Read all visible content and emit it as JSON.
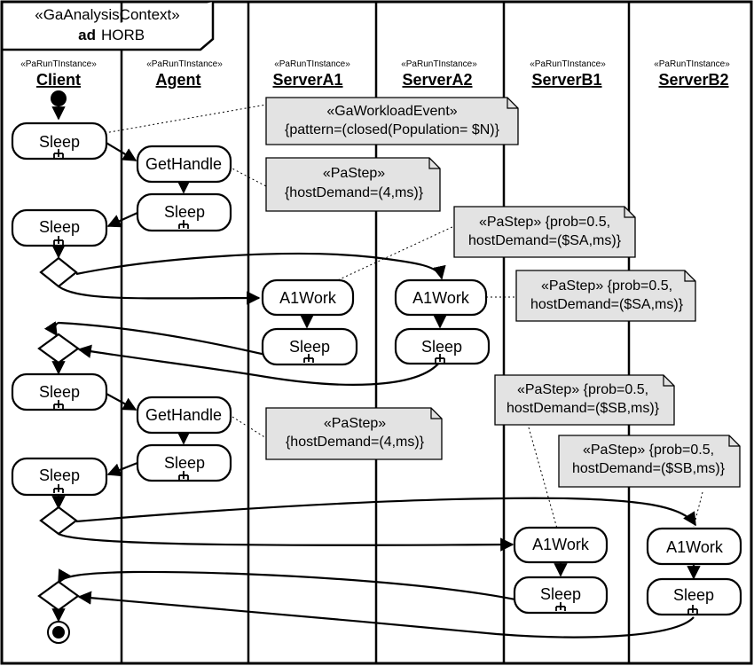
{
  "frame": {
    "context_stereotype": "«GaAnalysisContext»",
    "kind": "ad",
    "name": "HORB"
  },
  "lanes": [
    {
      "stereotype": "«PaRunTInstance»",
      "name": "Client"
    },
    {
      "stereotype": "«PaRunTInstance»",
      "name": "Agent"
    },
    {
      "stereotype": "«PaRunTInstance»",
      "name": "ServerA1"
    },
    {
      "stereotype": "«PaRunTInstance»",
      "name": "ServerA2"
    },
    {
      "stereotype": "«PaRunTInstance»",
      "name": "ServerB1"
    },
    {
      "stereotype": "«PaRunTInstance»",
      "name": "ServerB2"
    }
  ],
  "actions": {
    "client_sleep_1": "Sleep",
    "agent_gethandle_1": "GetHandle",
    "agent_sleep_1": "Sleep",
    "client_sleep_2": "Sleep",
    "a1_work": "A1Work",
    "a1_sleep": "Sleep",
    "a2_work": "A1Work",
    "a2_sleep": "Sleep",
    "client_sleep_3": "Sleep",
    "agent_gethandle_2": "GetHandle",
    "agent_sleep_2": "Sleep",
    "client_sleep_4": "Sleep",
    "b1_work": "A1Work",
    "b1_sleep": "Sleep",
    "b2_work": "A1Work",
    "b2_sleep": "Sleep"
  },
  "notes": {
    "workload": {
      "line1": "«GaWorkloadEvent»",
      "line2": "{pattern=(closed(Population= $N)}"
    },
    "pastep_agent_1": {
      "line1": "«PaStep»",
      "line2": "{hostDemand=(4,ms)}"
    },
    "pastep_a1": {
      "line1": "«PaStep» {prob=0.5,",
      "line2": "hostDemand=($SA,ms)}"
    },
    "pastep_a2": {
      "line1": "«PaStep» {prob=0.5,",
      "line2": "hostDemand=($SA,ms)}"
    },
    "pastep_agent_2": {
      "line1": "«PaStep»",
      "line2": "{hostDemand=(4,ms)}"
    },
    "pastep_b1": {
      "line1": "«PaStep» {prob=0.5,",
      "line2": "hostDemand=($SB,ms)}"
    },
    "pastep_b2": {
      "line1": "«PaStep» {prob=0.5,",
      "line2": "hostDemand=($SB,ms)}"
    }
  }
}
